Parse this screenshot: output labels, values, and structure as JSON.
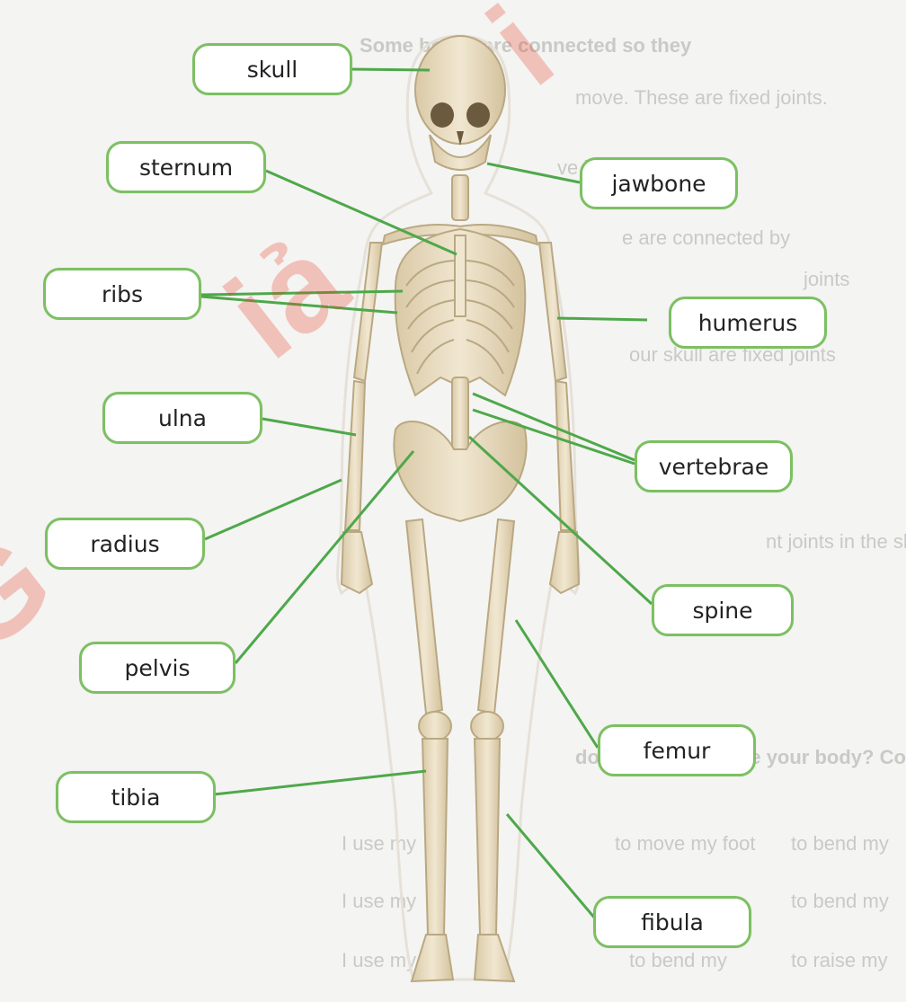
{
  "labels": {
    "skull": "skull",
    "sternum": "sternum",
    "jawbone": "jawbone",
    "ribs": "ribs",
    "humerus": "humerus",
    "ulna": "ulna",
    "vertebrae": "vertebrae",
    "radius": "radius",
    "spine": "spine",
    "pelvis": "pelvis",
    "femur": "femur",
    "tibia": "tibia",
    "fibula": "fibula"
  },
  "background_text": {
    "l1": "Some bones are connected so they",
    "l2": "move. These are fixed joints.",
    "l3": "ve joints",
    "l4": "e are connected by",
    "l5": "joints",
    "l6": "our skull are fixed joints",
    "l7": "nt joints in the sk",
    "l8": "do you use to move your body? Complete the sentences",
    "l9": "to move my foot",
    "l10": "to bend my",
    "l11": "I use my",
    "l12": "to bend my",
    "l13": "I use my",
    "l14": "to raise my",
    "l15": "I use my",
    "l16": "to bend my"
  },
  "colors": {
    "label_border": "#7cc062",
    "leader_line": "#4ea84a",
    "bone": "#e9dcc0",
    "bone_outline": "#b9a882",
    "watermark": "#e63c28"
  }
}
